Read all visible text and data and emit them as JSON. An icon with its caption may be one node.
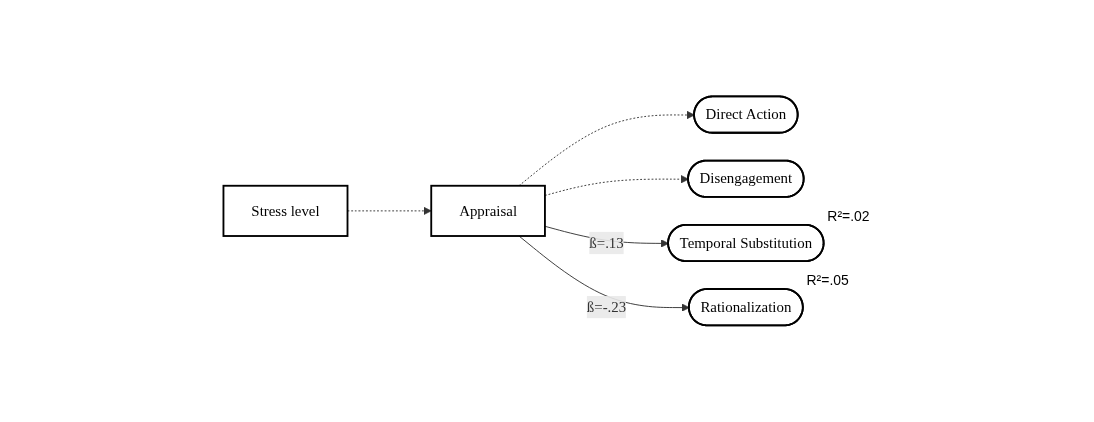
{
  "diagram": {
    "nodes": [
      {
        "text": [
          "Stress level"
        ]
      },
      {
        "text": [
          "Appraisal"
        ]
      },
      {
        "text": [
          "Direct Action"
        ]
      },
      {
        "text": [
          "Disengagement"
        ]
      },
      {
        "text": [
          "Temporal Substitution"
        ],
        "beside": [
          "R²=.02"
        ]
      },
      {
        "text": [
          "Rationalization"
        ],
        "beside": [
          "R²=.05"
        ]
      }
    ],
    "edges": [
      {
        "from": 0,
        "to": 1,
        "arrow": "to",
        "style": "dashed"
      },
      {
        "from": 1,
        "to": 2,
        "arrow": "to",
        "style": "dashed"
      },
      {
        "from": 1,
        "to": 3,
        "arrow": "to",
        "style": "dashed"
      },
      {
        "from": 1,
        "to": 4,
        "arrow": "to",
        "label": "ß=.13"
      },
      {
        "from": 1,
        "to": 5,
        "arrow": "to",
        "label": "ß=-.23"
      }
    ]
  }
}
